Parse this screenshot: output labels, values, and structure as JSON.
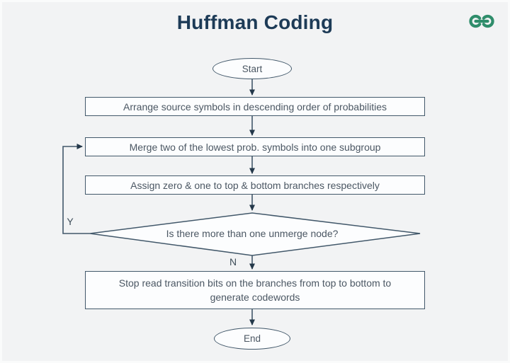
{
  "header": {
    "title": "Huffman Coding",
    "logo_icon": "geeksforgeeks-logo"
  },
  "colors": {
    "background": "#f2f3f4",
    "shape_fill": "#fcfdfe",
    "stroke": "#42586a",
    "arrowhead": "#24384a",
    "title_text": "#1d3b57",
    "body_text": "#4b5763",
    "logo_green": "#2f8d6b"
  },
  "flowchart": {
    "start_label": "Start",
    "end_label": "End",
    "steps": [
      {
        "label": "Arrange source symbols in descending order of probabilities"
      },
      {
        "label": "Merge two of the lowest prob. symbols into one subgroup"
      },
      {
        "label": "Assign zero & one to top & bottom branches respectively"
      },
      {
        "label": "Stop read transition bits on the branches from top to bottom to generate codewords"
      }
    ],
    "decision": {
      "label": "Is there more than one unmerge node?",
      "yes_label": "Y",
      "no_label": "N"
    }
  }
}
